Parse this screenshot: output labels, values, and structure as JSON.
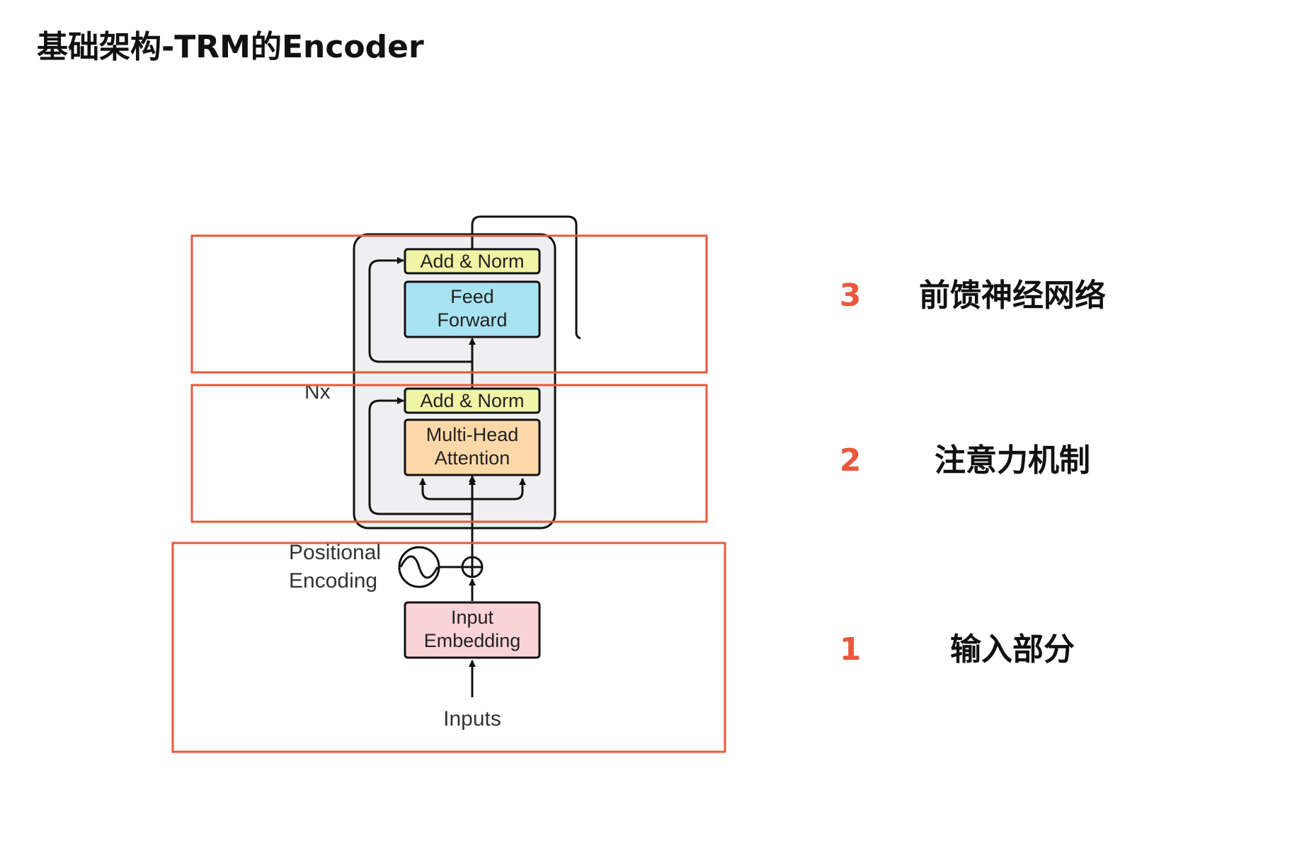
{
  "title": "基础架构-TRM的Encoder",
  "colors": {
    "highlight": "#e8583c",
    "add_norm": "#f0f5a6",
    "feed_forward": "#a8e3f2",
    "attention": "#fcd8a8",
    "embedding": "#f9d3d6",
    "layer_bg": "#efeff1"
  },
  "diagram": {
    "add_norm_top": "Add & Norm",
    "feed_forward_line1": "Feed",
    "feed_forward_line2": "Forward",
    "add_norm_bottom": "Add & Norm",
    "attention_line1": "Multi-Head",
    "attention_line2": "Attention",
    "repeat_label": "Nx",
    "positional_line1": "Positional",
    "positional_line2": "Encoding",
    "embedding_line1": "Input",
    "embedding_line2": "Embedding",
    "inputs_label": "Inputs"
  },
  "legend": [
    {
      "number": "3",
      "label": "前馈神经网络"
    },
    {
      "number": "2",
      "label": "注意力机制"
    },
    {
      "number": "1",
      "label": "输入部分"
    }
  ]
}
